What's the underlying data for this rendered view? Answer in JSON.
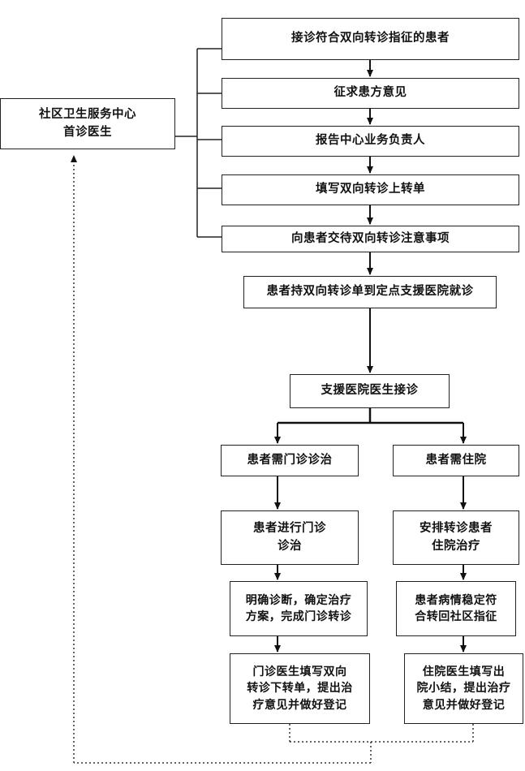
{
  "nodes": {
    "community_doctor": {
      "lines": [
        "社区卫生服务中心",
        "首诊医生"
      ]
    },
    "step1": {
      "lines": [
        "接诊符合双向转诊指征的患者"
      ]
    },
    "step2": {
      "lines": [
        "征求患方意见"
      ]
    },
    "step3": {
      "lines": [
        "报告中心业务负责人"
      ]
    },
    "step4": {
      "lines": [
        "填写双向转诊上转单"
      ]
    },
    "step5": {
      "lines": [
        "向患者交待双向转诊注意事项"
      ]
    },
    "step6": {
      "lines": [
        "患者持双向转诊单到定点支援医院就诊"
      ]
    },
    "step7": {
      "lines": [
        "支援医院医生接诊"
      ]
    },
    "outpatient": {
      "lines": [
        "患者需门诊诊治"
      ]
    },
    "inpatient": {
      "lines": [
        "患者需住院"
      ]
    },
    "outpatient_treat": {
      "lines": [
        "患者进行门诊",
        "诊治"
      ]
    },
    "inpatient_treat": {
      "lines": [
        "安排转诊患者",
        "住院治疗"
      ]
    },
    "outpatient_diag": {
      "lines": [
        "明确诊断，确定治疗",
        "方案，完成门诊转诊"
      ]
    },
    "inpatient_stable": {
      "lines": [
        "患者病情稳定符",
        "合转回社区指征"
      ]
    },
    "outpatient_form": {
      "lines": [
        "门诊医生填写双向",
        "转诊下转单，提出治",
        "疗意见并做好登记"
      ]
    },
    "inpatient_form": {
      "lines": [
        "住院医生填写出",
        "院小结，提出治疗",
        "意见并做好登记"
      ]
    }
  }
}
